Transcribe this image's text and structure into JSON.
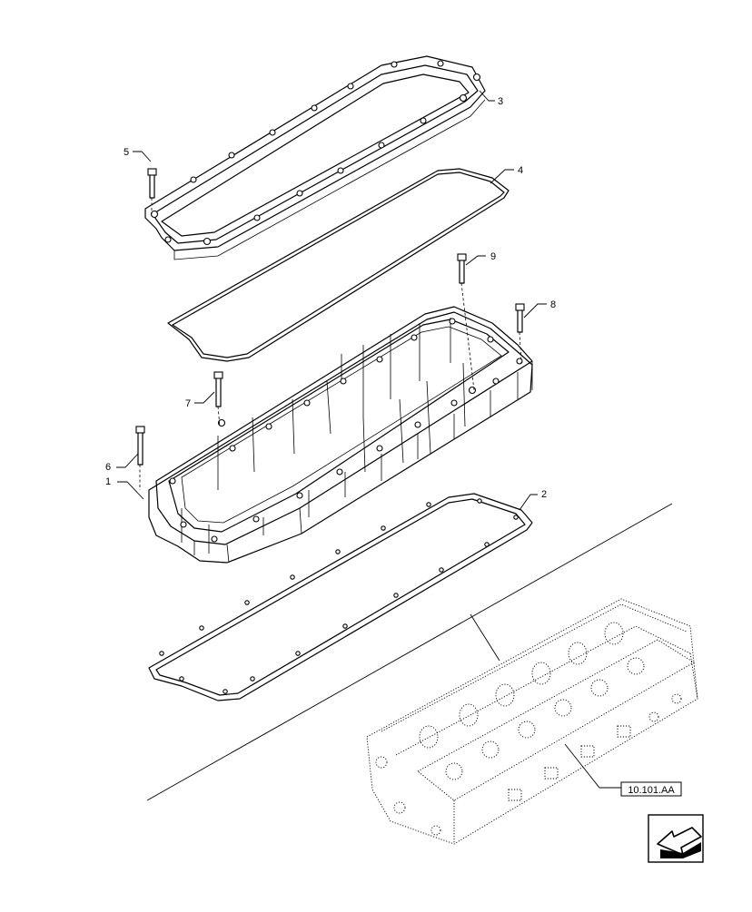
{
  "callouts": [
    {
      "id": "c1",
      "label": "1"
    },
    {
      "id": "c2",
      "label": "2"
    },
    {
      "id": "c3",
      "label": "3"
    },
    {
      "id": "c4",
      "label": "4"
    },
    {
      "id": "c5",
      "label": "5"
    },
    {
      "id": "c6",
      "label": "6"
    },
    {
      "id": "c7",
      "label": "7"
    },
    {
      "id": "c8",
      "label": "8"
    },
    {
      "id": "c9",
      "label": "9"
    }
  ],
  "reference": {
    "label": "10.101.AA"
  },
  "icons": {
    "navigation": "previous-page-arrow-icon"
  }
}
